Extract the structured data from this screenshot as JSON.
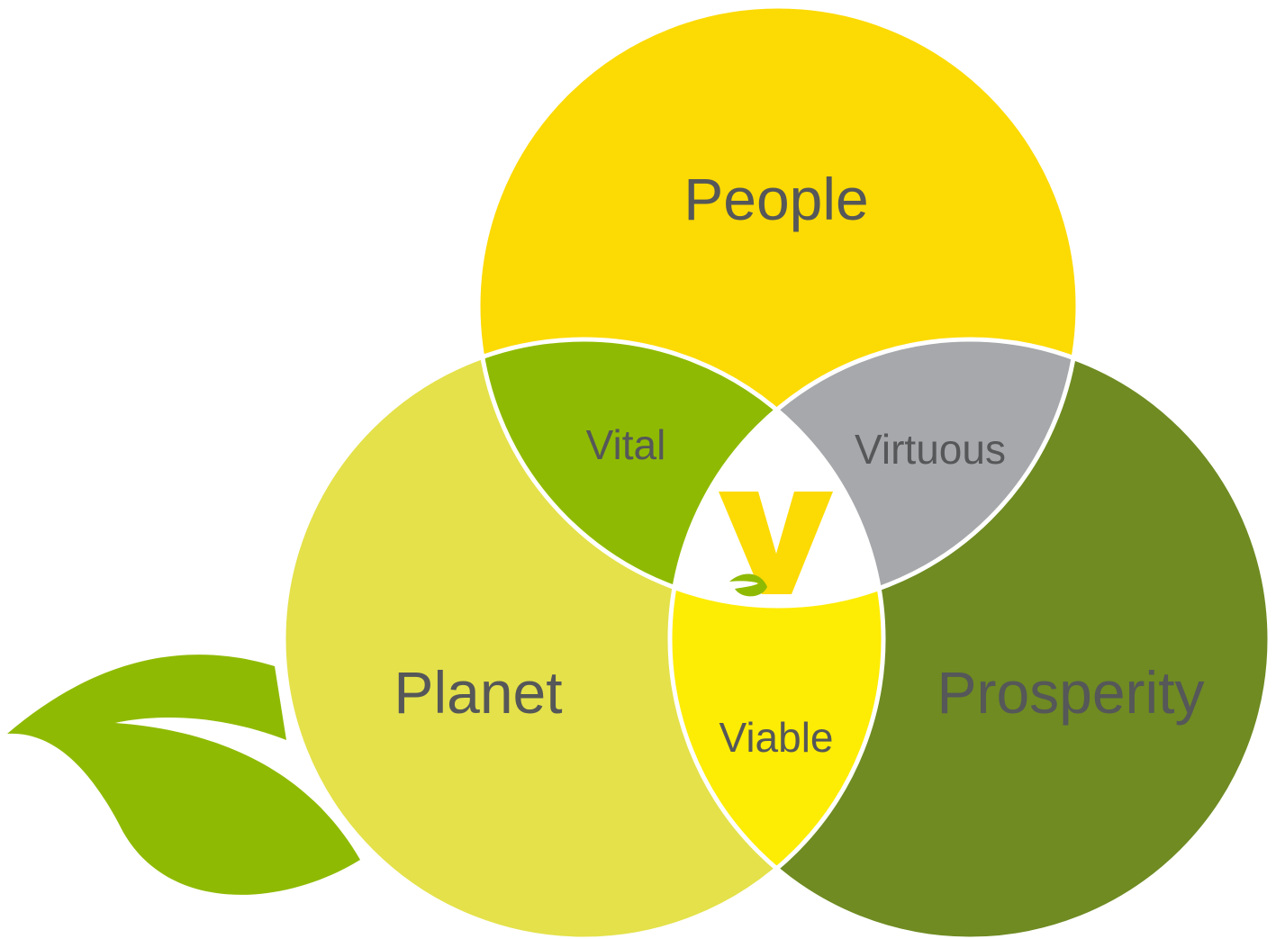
{
  "diagram": {
    "circles": [
      {
        "id": "people",
        "label": "People",
        "color": "#FCDA03"
      },
      {
        "id": "planet",
        "label": "Planet",
        "color": "#E4E14A"
      },
      {
        "id": "prosperity",
        "label": "Prosperity",
        "color": "#6F8B22"
      }
    ],
    "overlaps": [
      {
        "id": "vital",
        "label": "Vital",
        "between": [
          "people",
          "planet"
        ],
        "color": "#8FBA03"
      },
      {
        "id": "virtuous",
        "label": "Virtuous",
        "between": [
          "people",
          "prosperity"
        ],
        "color": "#A7A8AB"
      },
      {
        "id": "viable",
        "label": "Viable",
        "between": [
          "planet",
          "prosperity"
        ],
        "color": "#FDEC04"
      }
    ],
    "center": {
      "letter": "V",
      "color": "#FCDA03",
      "leaf_color": "#8FBA03",
      "background": "#FFFFFF"
    },
    "leaf_color": "#8FBA03",
    "text_color": "#555759",
    "outline_color": "#FFFFFF"
  }
}
